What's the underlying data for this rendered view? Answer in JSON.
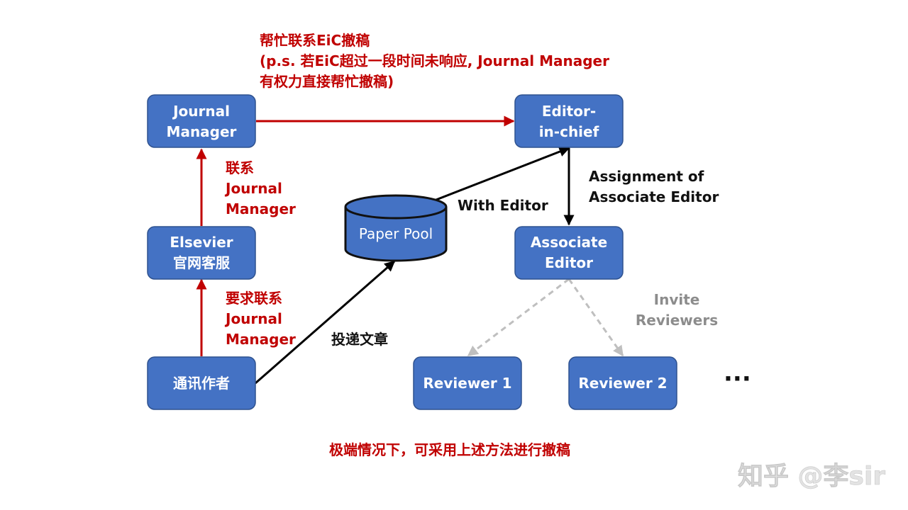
{
  "nodes": {
    "journal_manager": [
      "Journal",
      "Manager"
    ],
    "editor_in_chief": [
      "Editor-",
      "in-chief"
    ],
    "elsevier_service": [
      "Elsevier",
      "官网客服"
    ],
    "associate_editor": [
      "Associate",
      "Editor"
    ],
    "corresponding_author": [
      "通讯作者"
    ],
    "reviewer_1": [
      "Reviewer 1"
    ],
    "reviewer_2": [
      "Reviewer 2"
    ],
    "paper_pool": "Paper Pool"
  },
  "labels": {
    "top_note": [
      "帮忙联系EiC撤稿",
      "(p.s. 若EiC超过一段时间未响应, Journal Manager",
      "有权力直接帮忙撤稿)"
    ],
    "contact_jm": [
      "联系",
      "Journal",
      "Manager"
    ],
    "request_contact_jm": [
      "要求联系",
      "Journal",
      "Manager"
    ],
    "submit": "投递文章",
    "with_editor": "With Editor",
    "assignment": [
      "Assignment of",
      "Associate Editor"
    ],
    "invite_reviewers": [
      "Invite",
      "Reviewers"
    ],
    "ellipsis": "···",
    "bottom_note": "极端情况下，可采用上述方法进行撤稿",
    "watermark": "知乎 @李sir"
  },
  "colors": {
    "node_fill": "#4472C4",
    "node_border": "#2F528F",
    "red": "#C00000",
    "black": "#111111",
    "gray_dashed": "#BFBFBF",
    "gray_text": "#8C8C8C"
  }
}
